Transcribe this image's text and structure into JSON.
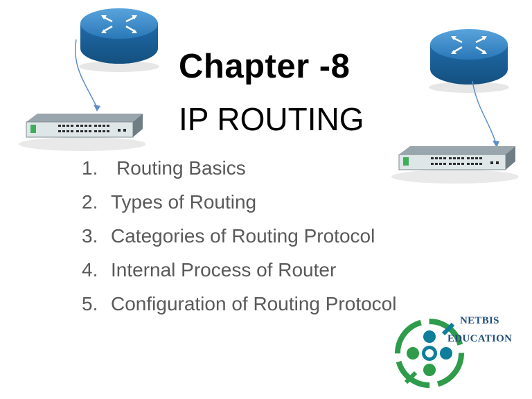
{
  "slide": {
    "title": "Chapter -8",
    "subtitle": "IP ROUTING",
    "topics": [
      {
        "num": "1.",
        "text": "Routing Basics"
      },
      {
        "num": "2.",
        "text": "Types of Routing"
      },
      {
        "num": "3.",
        "text": "Categories of Routing Protocol"
      },
      {
        "num": "4.",
        "text": "Internal Process of Router"
      },
      {
        "num": "5.",
        "text": "Configuration of Routing Protocol"
      }
    ]
  },
  "logo": {
    "line1": "NETBIS",
    "line2": "EDUCATION"
  },
  "colors": {
    "router_blue": "#2a78b8",
    "logo_green": "#2e9c4a",
    "logo_teal": "#0f7e9a",
    "logo_text": "#1f4e79"
  }
}
